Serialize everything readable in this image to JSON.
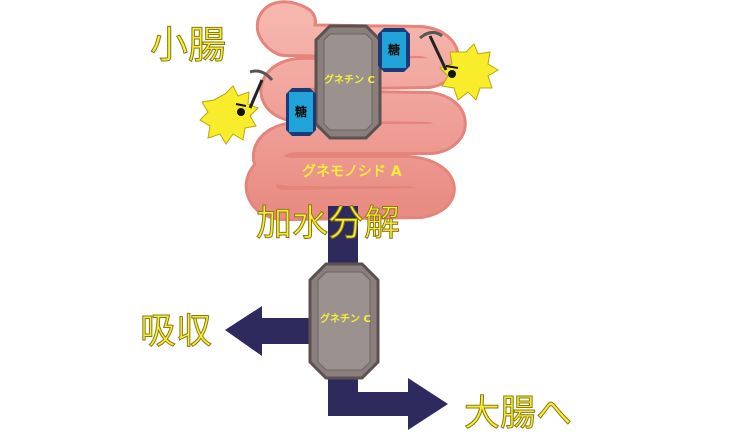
{
  "labels": {
    "small_intestine": "小腸",
    "hydrolysis": "加水分解",
    "absorption": "吸収",
    "to_large_intestine": "大腸へ",
    "glucoside": "グネモノシド A",
    "gnetin_top": "グネチン C",
    "gnetin_bottom": "グネチン C",
    "sugar_1": "糖",
    "sugar_2": "糖"
  },
  "colors": {
    "intestine": "#f0a39b",
    "intestine_dark": "#d9786f",
    "arrow": "#2f2a5e",
    "crystal": "#8a7f7d",
    "crystal_edge": "#5a5150",
    "sugar": "#1fa3d8",
    "sugar_frame": "#1c3a78",
    "enzyme": "#f9ec2a",
    "label_yellow": "#f7ee3a"
  },
  "icons": [
    "enzyme-icon",
    "pickaxe-icon",
    "arrow-icon"
  ]
}
